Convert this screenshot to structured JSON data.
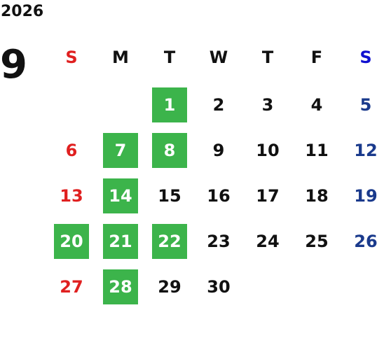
{
  "year": "2026",
  "month": "9",
  "weekdays": [
    "S",
    "M",
    "T",
    "W",
    "T",
    "F",
    "S"
  ],
  "colors": {
    "highlight": "#3cb44b",
    "sunday": "#e02020",
    "saturday_header": "#1010d0",
    "saturday": "#1a3a8c",
    "text": "#111111"
  },
  "days": [
    {
      "label": "1",
      "highlighted": true
    },
    {
      "label": "2",
      "highlighted": false
    },
    {
      "label": "3",
      "highlighted": false
    },
    {
      "label": "4",
      "highlighted": false
    },
    {
      "label": "5",
      "highlighted": false
    },
    {
      "label": "6",
      "highlighted": false
    },
    {
      "label": "7",
      "highlighted": true
    },
    {
      "label": "8",
      "highlighted": true
    },
    {
      "label": "9",
      "highlighted": false
    },
    {
      "label": "10",
      "highlighted": false
    },
    {
      "label": "11",
      "highlighted": false
    },
    {
      "label": "12",
      "highlighted": false
    },
    {
      "label": "13",
      "highlighted": false
    },
    {
      "label": "14",
      "highlighted": true
    },
    {
      "label": "15",
      "highlighted": false
    },
    {
      "label": "16",
      "highlighted": false
    },
    {
      "label": "17",
      "highlighted": false
    },
    {
      "label": "18",
      "highlighted": false
    },
    {
      "label": "19",
      "highlighted": false
    },
    {
      "label": "20",
      "highlighted": true
    },
    {
      "label": "21",
      "highlighted": true
    },
    {
      "label": "22",
      "highlighted": true
    },
    {
      "label": "23",
      "highlighted": false
    },
    {
      "label": "24",
      "highlighted": false
    },
    {
      "label": "25",
      "highlighted": false
    },
    {
      "label": "26",
      "highlighted": false
    },
    {
      "label": "27",
      "highlighted": false
    },
    {
      "label": "28",
      "highlighted": true
    },
    {
      "label": "29",
      "highlighted": false
    },
    {
      "label": "30",
      "highlighted": false
    }
  ]
}
